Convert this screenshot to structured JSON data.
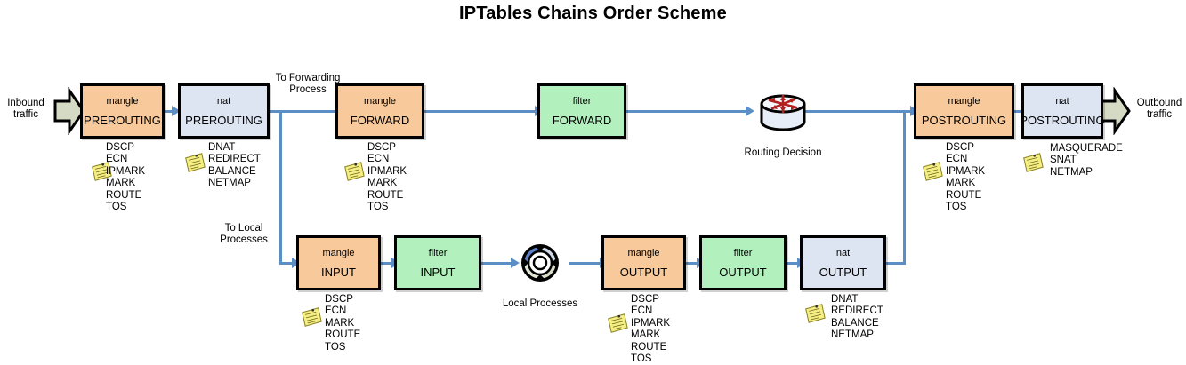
{
  "title": "IPTables Chains Order Scheme",
  "io": {
    "inbound": "Inbound\ntraffic",
    "outbound": "Outbound\ntraffic"
  },
  "branch_labels": {
    "forwarding": "To Forwarding\nProcess",
    "local": "To Local\nProcesses"
  },
  "icons": {
    "routing_decision": {
      "name": "routing-decision-icon",
      "label": "Routing Decision"
    },
    "local_processes": {
      "name": "local-processes-icon",
      "label": "Local Processes"
    },
    "sticky_note": "sticky-note-icon",
    "inbound_arrow": "inbound-block-arrow-icon",
    "outbound_arrow": "outbound-block-arrow-icon"
  },
  "colors": {
    "mangle": "#f8c99a",
    "nat": "#dee5f2",
    "filter": "#b2f0bd",
    "flow_line": "#5b8ec4",
    "block_arrow": "#d5dac5",
    "sticky_note": "#f5ee84"
  },
  "boxes": [
    {
      "id": "mangle-prerouting",
      "table": "mangle",
      "chain": "PREROUTING",
      "type": "mangle"
    },
    {
      "id": "nat-prerouting",
      "table": "nat",
      "chain": "PREROUTING",
      "type": "nat"
    },
    {
      "id": "mangle-forward",
      "table": "mangle",
      "chain": "FORWARD",
      "type": "mangle"
    },
    {
      "id": "filter-forward",
      "table": "filter",
      "chain": "FORWARD",
      "type": "filter"
    },
    {
      "id": "mangle-postrouting",
      "table": "mangle",
      "chain": "POSTROUTING",
      "type": "mangle"
    },
    {
      "id": "nat-postrouting",
      "table": "nat",
      "chain": "POSTROUTING",
      "type": "nat"
    },
    {
      "id": "mangle-input",
      "table": "mangle",
      "chain": "INPUT",
      "type": "mangle"
    },
    {
      "id": "filter-input",
      "table": "filter",
      "chain": "INPUT",
      "type": "filter"
    },
    {
      "id": "mangle-output",
      "table": "mangle",
      "chain": "OUTPUT",
      "type": "mangle"
    },
    {
      "id": "filter-output",
      "table": "filter",
      "chain": "OUTPUT",
      "type": "filter"
    },
    {
      "id": "nat-output",
      "table": "nat",
      "chain": "OUTPUT",
      "type": "nat"
    }
  ],
  "notes": {
    "mangle_prerouting": "DSCP\nECN\nIPMARK\nMARK\nROUTE\nTOS",
    "nat_prerouting": "DNAT\nREDIRECT\nBALANCE\nNETMAP",
    "mangle_forward": "DSCP\nECN\nIPMARK\nMARK\nROUTE\nTOS",
    "mangle_postrouting": "DSCP\nECN\nIPMARK\nMARK\nROUTE\nTOS",
    "nat_postrouting": "MASQUERADE\nSNAT\nNETMAP",
    "mangle_input": "DSCP\nECN\nMARK\nROUTE\nTOS",
    "mangle_output": "DSCP\nECN\nIPMARK\nMARK\nROUTE\nTOS",
    "nat_output": "DNAT\nREDIRECT\nBALANCE\nNETMAP"
  }
}
